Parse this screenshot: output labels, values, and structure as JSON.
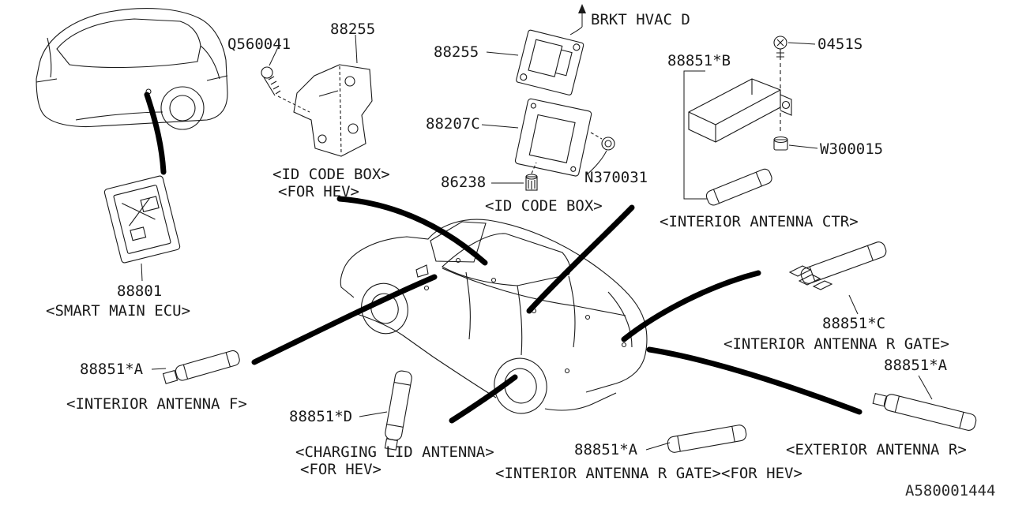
{
  "diagram": {
    "id": "A580001444",
    "labels": {
      "q560041": "Q560041",
      "p88255_top": "88255",
      "id_code_box_hev_1": "<ID CODE BOX>",
      "id_code_box_hev_2": "<FOR HEV>",
      "p88255_ctr": "88255",
      "brkt_hvac": "BRKT HVAC D",
      "p88207c": "88207C",
      "p86238": "86238",
      "id_code_box_ctr": "<ID CODE BOX>",
      "n370031": "N370031",
      "p88851b": "88851*B",
      "p0451s": "0451S",
      "w300015": "W300015",
      "interior_antenna_ctr": "<INTERIOR ANTENNA CTR>",
      "p88801": "88801",
      "smart_main_ecu": "<SMART MAIN ECU>",
      "p88851a_front": "88851*A",
      "interior_antenna_f": "<INTERIOR ANTENNA F>",
      "p88851d": "88851*D",
      "charging_lid_1": "<CHARGING LID ANTENNA>",
      "charging_lid_2": "<FOR HEV>",
      "p88851a_rgate": "88851*A",
      "interior_antenna_rgate_hev": "<INTERIOR ANTENNA R GATE><FOR HEV>",
      "p88851c": "88851*C",
      "interior_antenna_rgate": "<INTERIOR ANTENNA R GATE>",
      "p88851a_ext": "88851*A",
      "exterior_antenna_r": "<EXTERIOR ANTENNA R>"
    }
  }
}
